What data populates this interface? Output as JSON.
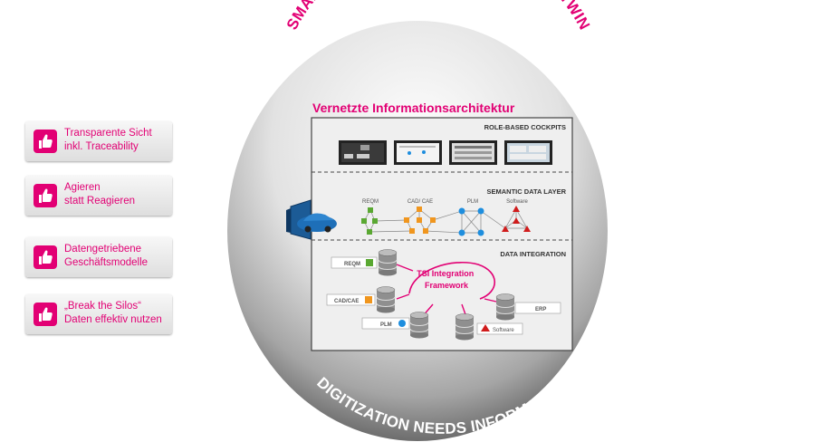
{
  "sphere": {
    "top_arc_text": "SMART ENGINEERING MIT DEM DIGITAL TWIN",
    "bottom_arc_text": "DIGITIZATION NEEDS INFORMATION",
    "heading": "Vernetzte Informationsarchitektur"
  },
  "benefits": [
    {
      "label": "Transparente Sicht\ninkl. Traceability",
      "icon": "thumbs-up-icon"
    },
    {
      "label": "Agieren\nstatt Reagieren",
      "icon": "thumbs-up-icon"
    },
    {
      "label": "Datengetriebene\nGeschäftsmodelle",
      "icon": "thumbs-up-icon"
    },
    {
      "label": "„Break the Silos“\nDaten effektiv nutzen",
      "icon": "thumbs-up-icon"
    }
  ],
  "layers": {
    "cockpits": {
      "title": "ROLE-BASED COCKPITS"
    },
    "semantic": {
      "title": "SEMANTIC DATA LAYER",
      "graphs": [
        {
          "label": "REQM",
          "color": "#5aa832"
        },
        {
          "label": "CAD/ CAE",
          "color": "#f0961e"
        },
        {
          "label": "PLM",
          "color": "#1e8ede"
        },
        {
          "label": "Software",
          "color": "#d01c1c"
        }
      ]
    },
    "integration": {
      "title": "DATA INTEGRATION",
      "framework": "TSI Integration\nFramework",
      "sources": [
        {
          "label": "REQM",
          "color": "#5aa832",
          "marker": "square"
        },
        {
          "label": "CAD/CAE",
          "color": "#f0961e",
          "marker": "square"
        },
        {
          "label": "PLM",
          "color": "#1e8ede",
          "marker": "circle"
        },
        {
          "label": "Software",
          "color": "#d01c1c",
          "marker": "triangle"
        },
        {
          "label": "ERP",
          "color": "",
          "marker": "none"
        }
      ]
    }
  },
  "colors": {
    "magenta": "#e20074",
    "text_dark": "#333333"
  }
}
